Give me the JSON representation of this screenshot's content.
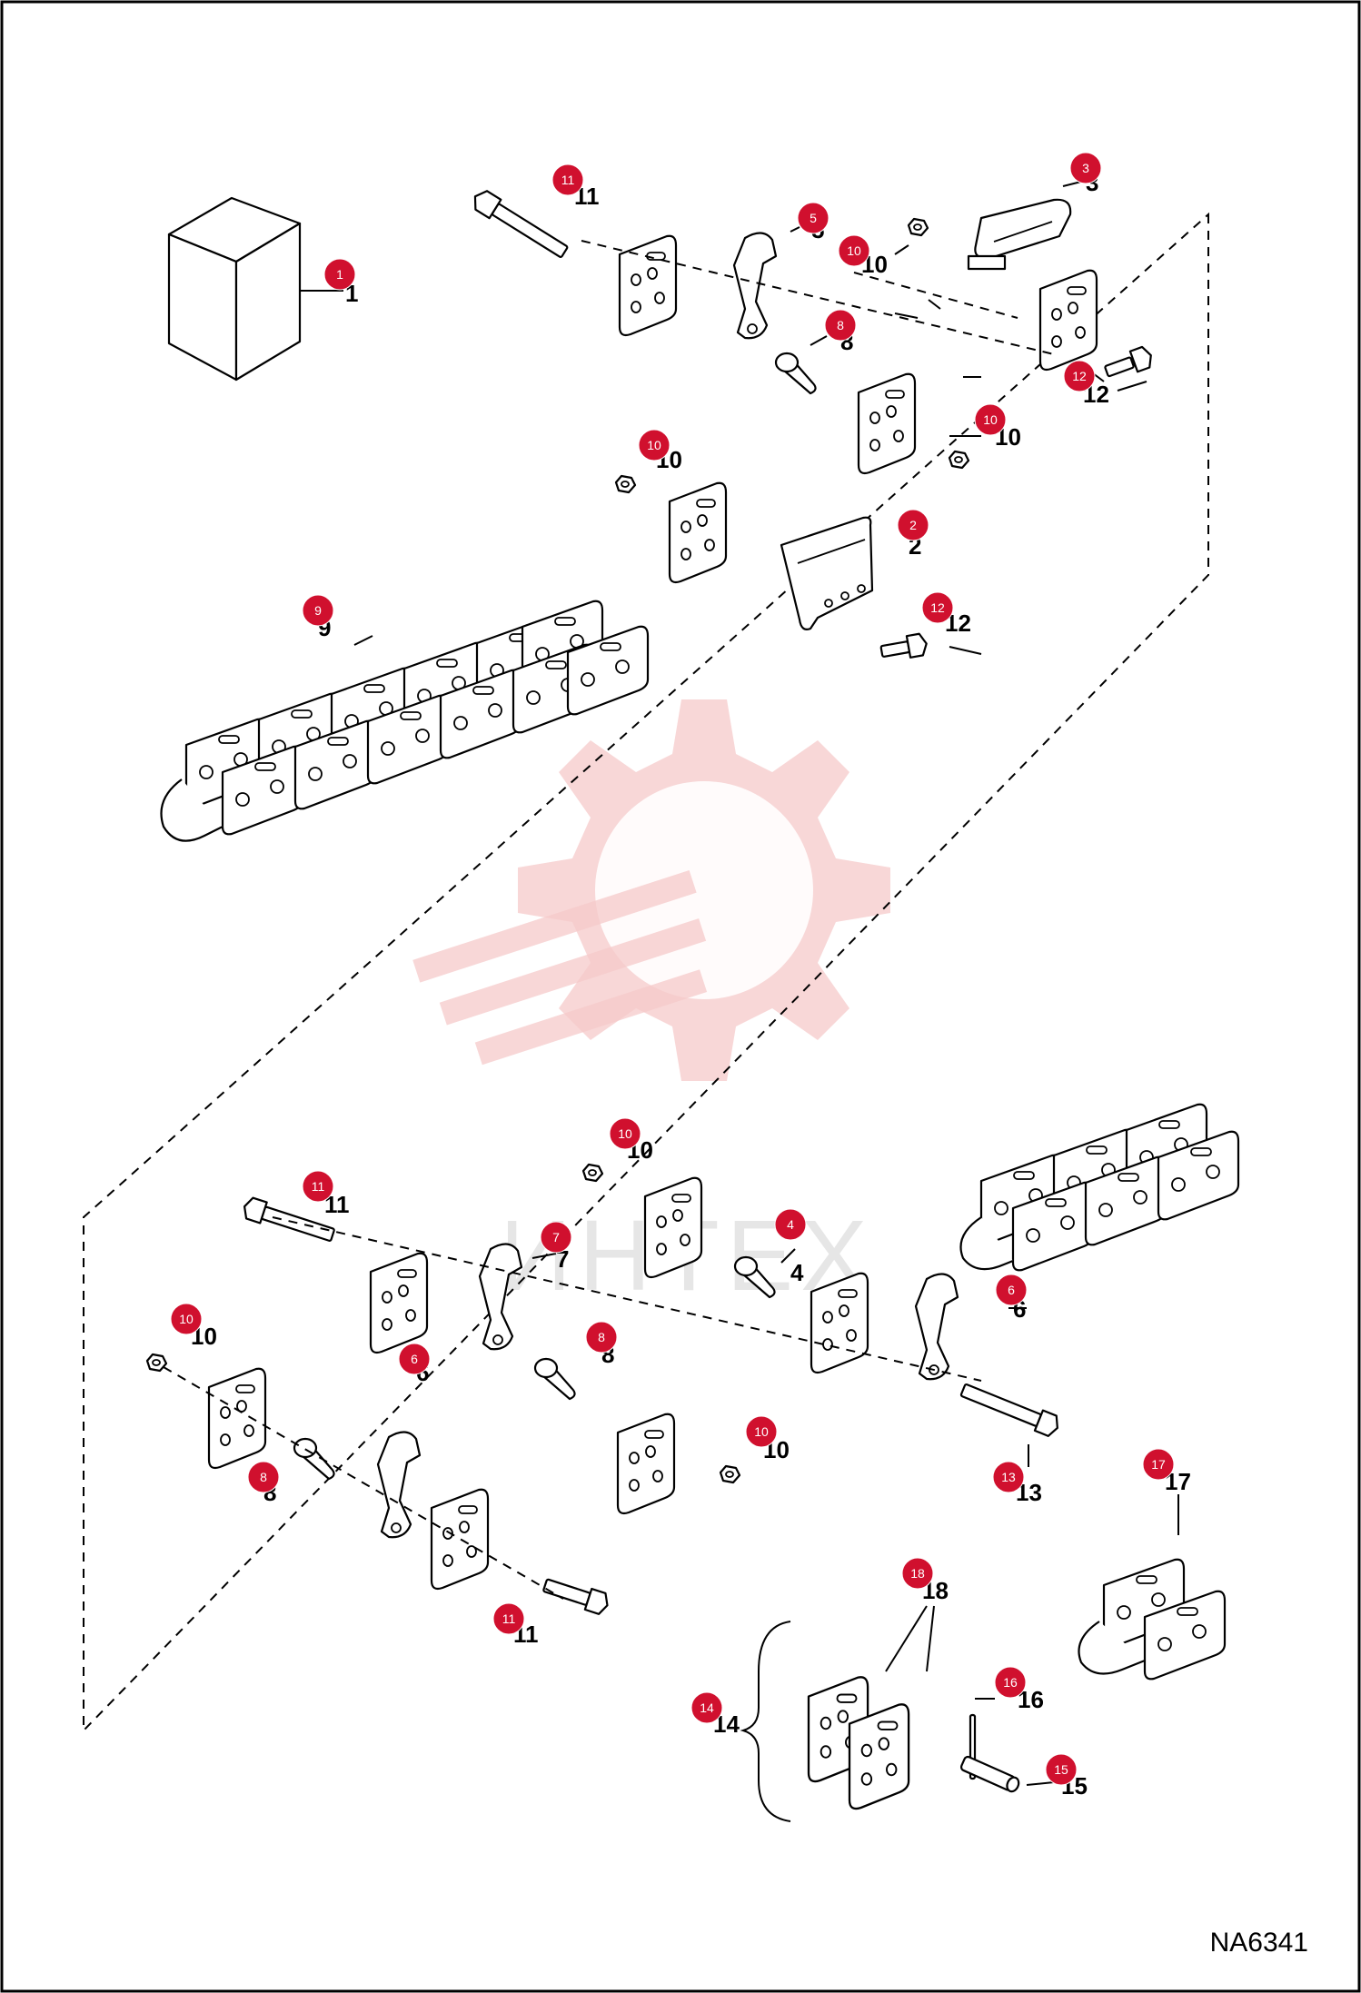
{
  "reference_code": "NA6341",
  "watermark_text": "ИНТЕХ",
  "colors": {
    "badge": "#d0102e",
    "watermark": "#f6c9c9",
    "line": "#000000"
  },
  "callouts": [
    "1",
    "2",
    "3",
    "4",
    "5",
    "6",
    "7",
    "8",
    "9",
    "10",
    "11",
    "12",
    "13",
    "14",
    "15",
    "16",
    "17",
    "18"
  ]
}
